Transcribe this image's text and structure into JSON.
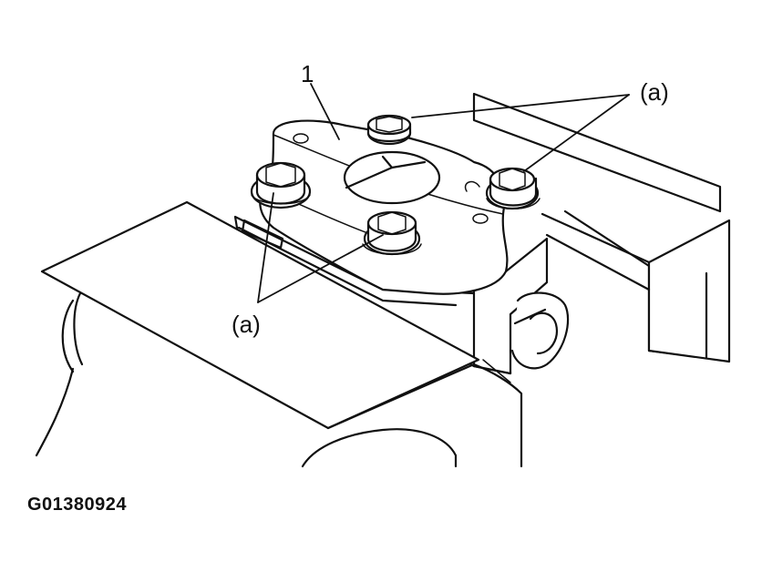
{
  "callouts": {
    "part_number": "1",
    "bolt_label_upper": "(a)",
    "bolt_label_lower": "(a)"
  },
  "figure_code": "G01380924"
}
